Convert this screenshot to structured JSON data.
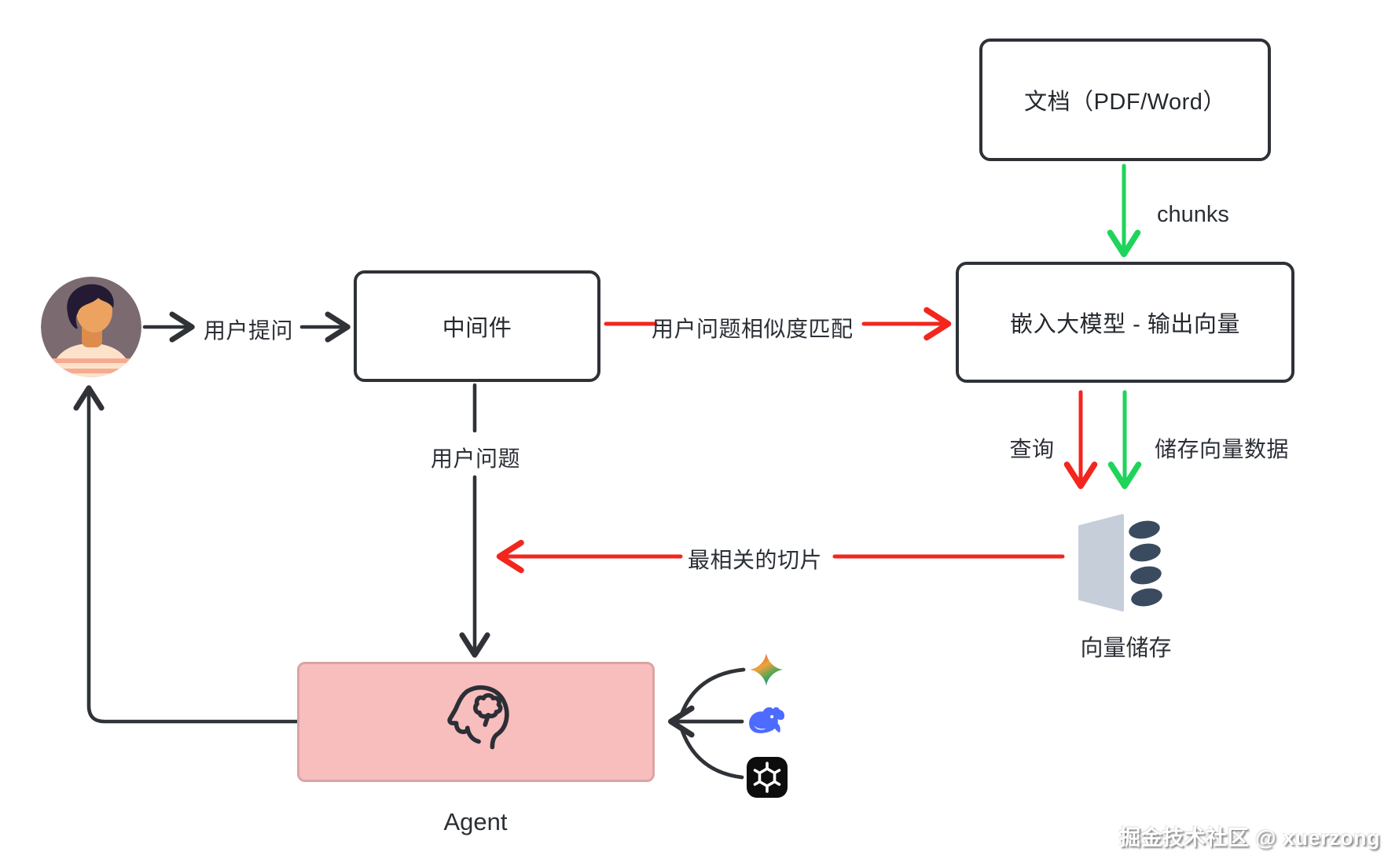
{
  "nodes": {
    "document": "文档（PDF/Word）",
    "middleware": "中间件",
    "embedding": "嵌入大模型 - 输出向量",
    "agent": "Agent",
    "vector_store": "向量储存"
  },
  "labels": {
    "user_ask": "用户提问",
    "similarity": "用户问题相似度匹配",
    "chunks": "chunks",
    "query": "查询",
    "store_vectors": "储存向量数据",
    "relevant_chunks": "最相关的切片",
    "user_question": "用户问题"
  },
  "icons": {
    "user": "user-avatar",
    "brain": "head-with-brain",
    "gemini": "gemini-sparkle",
    "deepseek": "deepseek-whale",
    "openai": "openai-logo",
    "database": "vector-database"
  },
  "watermark": "掘金技术社区 @ xuerzong",
  "colors": {
    "red": "#f3261d",
    "green": "#1ed45a",
    "dark": "#2f3338",
    "agent_fill": "#f8bdbd",
    "agent_border": "#dba4a4",
    "db_light": "#c5ced9",
    "db_dark": "#3a4b60",
    "deepseek_blue": "#4d6bfe"
  }
}
